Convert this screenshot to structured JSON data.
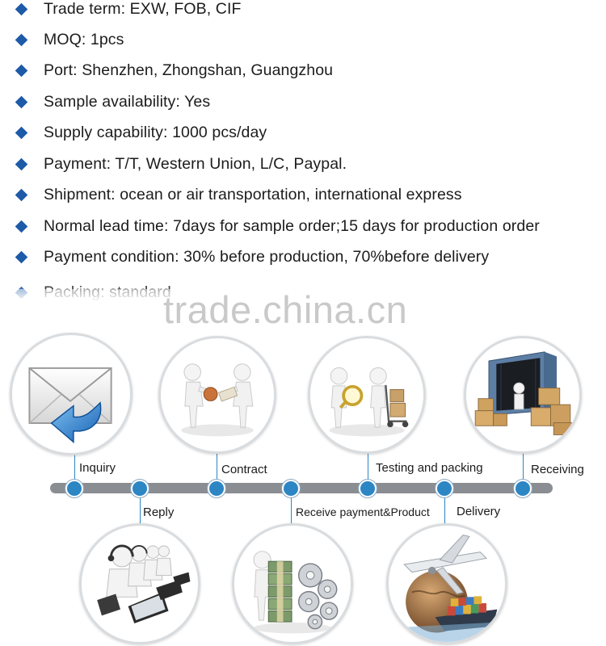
{
  "bullets": [
    "Trade term: EXW, FOB, CIF",
    "MOQ: 1pcs",
    "Port: Shenzhen,  Zhongshan, Guangzhou",
    "Sample availability: Yes",
    "Supply capability: 1000 pcs/day",
    "Payment: T/T, Western Union, L/C,  Paypal.",
    "Shipment: ocean or air transportation, international express",
    "Normal lead time: 7days for sample order;15 days for production order",
    "Payment condition: 30% before production, 70%before delivery",
    "Packing: standard"
  ],
  "watermark": "trade.china.cn",
  "process": {
    "steps_top": [
      "Inquiry",
      "Contract",
      "Testing and packing",
      "Receiving"
    ],
    "steps_bottom": [
      "Reply",
      "Receive payment&Product",
      "Delivery"
    ]
  },
  "colors": {
    "bullet": "#1d5aa8",
    "node": "#2d86c4",
    "timeline": "#8a8e93",
    "watermark": "#c9c9c9"
  },
  "icons": [
    "envelope-reply-icon",
    "handshake-contract-icon",
    "magnifier-cart-icon",
    "container-boxes-icon",
    "call-center-icon",
    "money-gears-icon",
    "plane-ship-globe-icon"
  ]
}
